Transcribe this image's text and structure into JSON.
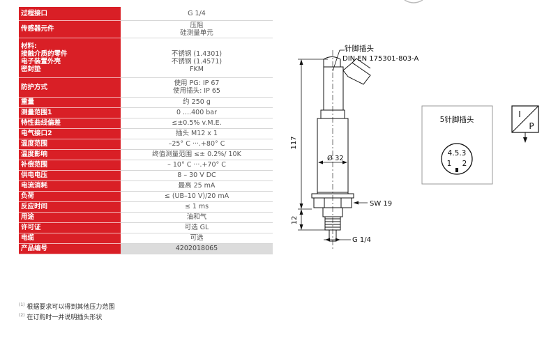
{
  "spec_rows": [
    {
      "key": "过程接口",
      "values": [
        "G 1/4"
      ]
    },
    {
      "key": "传感器元件",
      "values": [
        "压阻",
        "硅测量单元"
      ]
    },
    {
      "key_lines": [
        "材料:",
        "接触介质的零件",
        "电子装置外壳",
        "密封垫"
      ],
      "values": [
        "",
        "不锈钢 (1.4301)",
        "不锈钢 (1.4571)",
        "FKM"
      ]
    },
    {
      "key": "防护方式",
      "values": [
        "使用 PG: IP 67",
        "使用插头: IP 65"
      ]
    },
    {
      "key": "重量",
      "values": [
        "约 250 g"
      ]
    },
    {
      "key": "测量范围1",
      "values": [
        "0 ....400 bar"
      ]
    },
    {
      "key": "特性曲线偏差",
      "values": [
        "≤±0.5% v.M.E."
      ]
    },
    {
      "key": "电气接口2",
      "values": [
        "插头 M12 x 1"
      ]
    },
    {
      "key": "温度范围",
      "values": [
        "–25° C ···.+80° C"
      ]
    },
    {
      "key": "温度影响",
      "values": [
        "终值测量范围 ≤± 0.2%/ 10K"
      ]
    },
    {
      "key": "补偿范围",
      "values": [
        "– 10° C ···.+70° C"
      ]
    },
    {
      "key": "供电电压",
      "values": [
        "8  – 30 V DC"
      ]
    },
    {
      "key": "电流消耗",
      "values": [
        "最高 25 mA"
      ]
    },
    {
      "key": "负荷",
      "values": [
        "≤ (UB–10 V)/20 mA"
      ]
    },
    {
      "key": "反应时间",
      "values": [
        "≤ 1 ms"
      ]
    },
    {
      "key": "用途",
      "values": [
        "油和气"
      ]
    },
    {
      "key": "许可证",
      "values": [
        "可选 GL"
      ]
    },
    {
      "key": "电缆",
      "values": [
        "可选"
      ]
    },
    {
      "key": "产品编号",
      "values": [
        "4202018065"
      ]
    }
  ],
  "notes": [
    {
      "mark": "(1)",
      "text": "根据要求可以得到其他压力范围"
    },
    {
      "mark": "(2)",
      "text": "在订购时一并说明插头形状"
    }
  ],
  "drawing": {
    "pin_label_cn": "针脚插头",
    "pin_label_std": "DIN EN 175301-803-A",
    "dim_height": "117",
    "dim_diameter": "Ø 32",
    "dim_wrench": "SW 19",
    "dim_thread_len": "12",
    "dim_thread": "G 1/4",
    "connector_title": "5针脚插头",
    "pins_top": "4.5.3",
    "pin_1": "1",
    "pin_2": "2",
    "symbol_i": "I",
    "symbol_p": "P"
  },
  "colors": {
    "header_red": "#d91f26",
    "row_divider": "#d6d6d6",
    "last_row_bg": "#dcdcdc"
  }
}
